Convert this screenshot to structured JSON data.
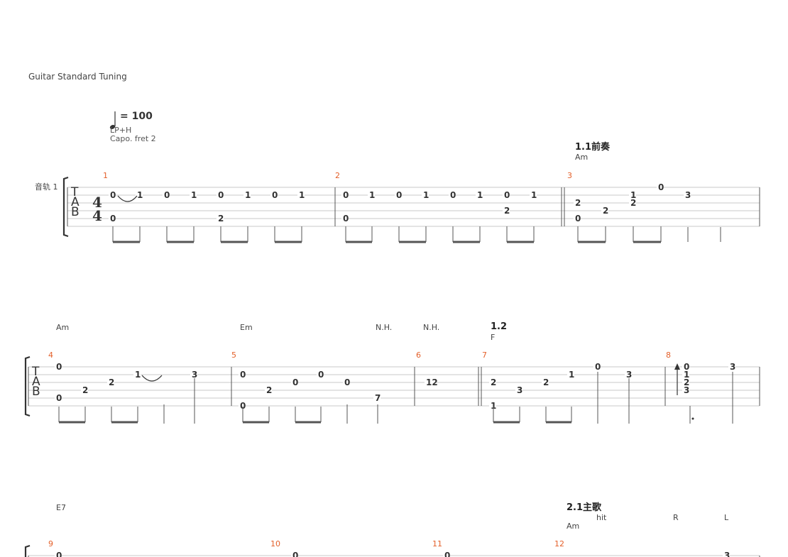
{
  "header": {
    "tuning": "Guitar Standard Tuning",
    "tempo": "= 100",
    "technique": "LP+H",
    "capo": "Capo. fret 2"
  },
  "track_label": "音轨 1",
  "time_signature": [
    "4",
    "4"
  ],
  "tab_letters": [
    "T",
    "A",
    "B"
  ],
  "annotations": [
    {
      "id": "sec-1-1",
      "text": "1.1前奏",
      "kind": "section"
    },
    {
      "id": "chord-am-1",
      "text": "Am",
      "kind": "chord"
    },
    {
      "id": "chord-am-2",
      "text": "Am",
      "kind": "chord"
    },
    {
      "id": "chord-em",
      "text": "Em",
      "kind": "chord"
    },
    {
      "id": "nh-1",
      "text": "N.H.",
      "kind": "chord"
    },
    {
      "id": "nh-2",
      "text": "N.H.",
      "kind": "chord"
    },
    {
      "id": "sec-1-2",
      "text": "1.2",
      "kind": "section"
    },
    {
      "id": "chord-f",
      "text": "F",
      "kind": "chord"
    },
    {
      "id": "chord-e7",
      "text": "E7",
      "kind": "chord"
    },
    {
      "id": "sec-2-1",
      "text": "2.1主歌",
      "kind": "section"
    },
    {
      "id": "hit",
      "text": "hit",
      "kind": "chord"
    },
    {
      "id": "chord-am-3",
      "text": "Am",
      "kind": "chord"
    },
    {
      "id": "strum-r",
      "text": "R",
      "kind": "chord"
    },
    {
      "id": "strum-l",
      "text": "L",
      "kind": "chord"
    }
  ],
  "measures": [
    {
      "number": "1",
      "notes": [
        {
          "s": 2,
          "f": "0"
        },
        {
          "s": 5,
          "f": "0"
        },
        {
          "s": 2,
          "f": "1"
        },
        {
          "s": 2,
          "f": "0"
        },
        {
          "s": 2,
          "f": "1"
        },
        {
          "s": 2,
          "f": "0"
        },
        {
          "s": 5,
          "f": "2"
        },
        {
          "s": 2,
          "f": "1"
        },
        {
          "s": 2,
          "f": "0"
        },
        {
          "s": 2,
          "f": "1"
        }
      ]
    },
    {
      "number": "2",
      "notes": [
        {
          "s": 2,
          "f": "0"
        },
        {
          "s": 5,
          "f": "0"
        },
        {
          "s": 2,
          "f": "1"
        },
        {
          "s": 2,
          "f": "0"
        },
        {
          "s": 2,
          "f": "1"
        },
        {
          "s": 2,
          "f": "0"
        },
        {
          "s": 2,
          "f": "1"
        },
        {
          "s": 2,
          "f": "0"
        },
        {
          "s": 4,
          "f": "2"
        },
        {
          "s": 2,
          "f": "1"
        }
      ]
    },
    {
      "number": "3",
      "notes": [
        {
          "s": 3,
          "f": "2"
        },
        {
          "s": 5,
          "f": "0"
        },
        {
          "s": 4,
          "f": "2"
        },
        {
          "s": 3,
          "f": "2"
        },
        {
          "s": 2,
          "f": "1"
        },
        {
          "s": 1,
          "f": "0"
        },
        {
          "s": 2,
          "f": "3"
        }
      ]
    },
    {
      "number": "4",
      "notes": [
        {
          "s": 1,
          "f": "0"
        },
        {
          "s": 5,
          "f": "0"
        },
        {
          "s": 4,
          "f": "2"
        },
        {
          "s": 3,
          "f": "2"
        },
        {
          "s": 2,
          "f": "1"
        },
        {
          "s": 2,
          "f": "3"
        }
      ]
    },
    {
      "number": "5",
      "notes": [
        {
          "s": 2,
          "f": "0"
        },
        {
          "s": 6,
          "f": "0"
        },
        {
          "s": 4,
          "f": "2"
        },
        {
          "s": 3,
          "f": "0"
        },
        {
          "s": 2,
          "f": "0"
        },
        {
          "s": 3,
          "f": "0"
        },
        {
          "s": 5,
          "f": "7"
        }
      ]
    },
    {
      "number": "6",
      "notes": [
        {
          "s": 3,
          "f": "12"
        }
      ]
    },
    {
      "number": "7",
      "notes": [
        {
          "s": 3,
          "f": "2"
        },
        {
          "s": 6,
          "f": "1"
        },
        {
          "s": 4,
          "f": "3"
        },
        {
          "s": 3,
          "f": "2"
        },
        {
          "s": 2,
          "f": "1"
        },
        {
          "s": 1,
          "f": "0"
        },
        {
          "s": 2,
          "f": "3"
        }
      ]
    },
    {
      "number": "8",
      "notes": [
        {
          "s": 1,
          "f": "0"
        },
        {
          "s": 2,
          "f": "1"
        },
        {
          "s": 3,
          "f": "2"
        },
        {
          "s": 4,
          "f": "3"
        },
        {
          "s": 1,
          "f": "3"
        }
      ]
    },
    {
      "number": "9",
      "notes": [
        {
          "s": 1,
          "f": "0"
        }
      ]
    },
    {
      "number": "10",
      "notes": [
        {
          "s": 1,
          "f": "0"
        }
      ]
    },
    {
      "number": "11",
      "notes": [
        {
          "s": 1,
          "f": "0"
        }
      ]
    },
    {
      "number": "12",
      "notes": [
        {
          "s": 1,
          "f": "3"
        }
      ]
    }
  ]
}
